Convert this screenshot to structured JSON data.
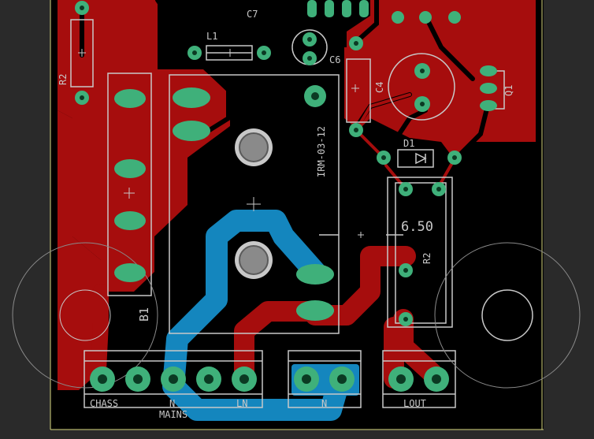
{
  "colors": {
    "background": "#000000",
    "outside": "#2a2a2a",
    "top_copper": "#a60d0d",
    "bottom_copper": "#1486be",
    "pad": "#3fb07a",
    "silk": "#c8c8c8",
    "board_edge": "#d8d880",
    "drill": "#9a9a9a"
  },
  "labels": {
    "c7": "C7",
    "l1": "L1",
    "r2": "R2",
    "c6": "C6",
    "c4": "C4",
    "q1": "Q1",
    "d1": "D1",
    "irm": "IRM-03-12",
    "value": "6.50",
    "r2b": "R2",
    "b1": "B1",
    "chass": "CHASS",
    "n1": "N",
    "ln": "LN",
    "mains": "MAINS",
    "n2": "N",
    "lout": "LOUT"
  },
  "icons": {
    "origin_marks": "plus-mark",
    "holes": "mounting-hole"
  }
}
